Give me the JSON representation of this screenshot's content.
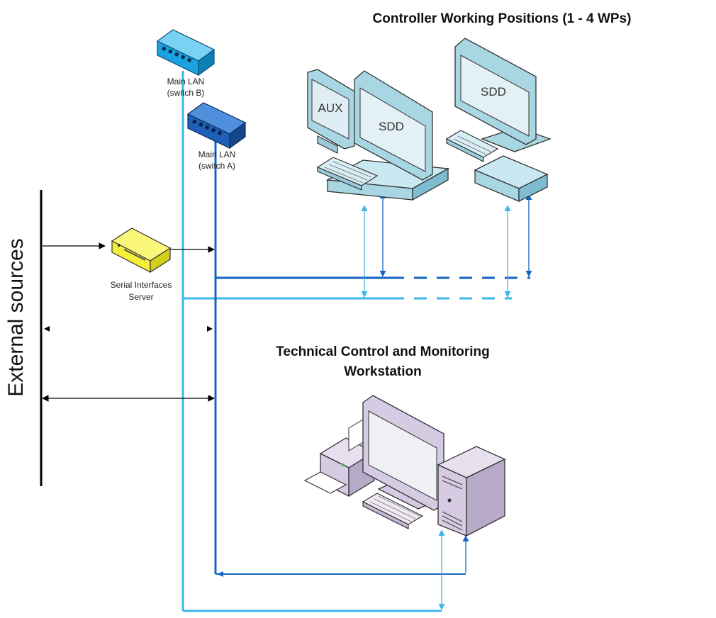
{
  "colors": {
    "lan_b": "#3db6ec",
    "lan_a": "#1565c0",
    "switch_b": "#1aa3e0",
    "switch_a": "#1f5fb8",
    "serial_server": "#f4f03a",
    "workstation": "#a8d6e3",
    "tcm": "#d6cbe3"
  },
  "labels": {
    "cwp_title": "Controller Working Positions (1 - 4 WPs)",
    "switch_b_line1": "Main LAN",
    "switch_b_line2": "(switch B)",
    "switch_a_line1": "Main LAN",
    "switch_a_line2": "(switch A)",
    "serial_line1": "Serial Interfaces",
    "serial_line2": "Server",
    "external_sources": "External sources",
    "tcm_line1": "Technical Control and Monitoring",
    "tcm_line2": "Workstation",
    "aux_screen": "AUX",
    "sdd_screen_1": "SDD",
    "sdd_screen_2": "SDD"
  }
}
